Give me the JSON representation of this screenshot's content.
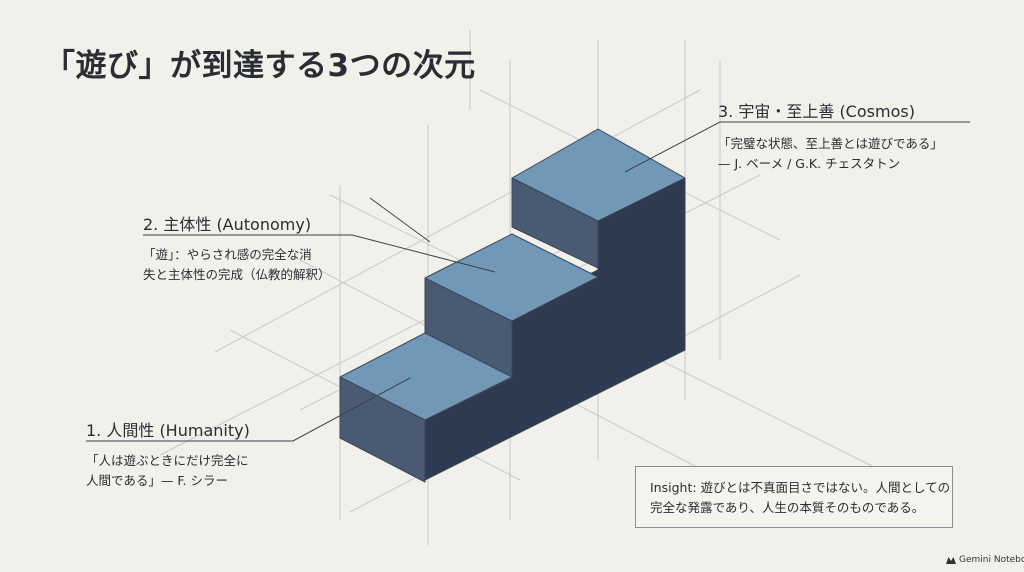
{
  "title": "「遊び」が到達する3つの次元",
  "levels": [
    {
      "heading": "1. 人間性 (Humanity)",
      "lines": [
        "「人は遊ぶときにだけ完全に",
        "人間である」— F. シラー"
      ]
    },
    {
      "heading": "2. 主体性 (Autonomy)",
      "lines": [
        "「遊」：やらされ感の完全な消",
        "失と主体性の完成（仏教的解釈）"
      ]
    },
    {
      "heading": "3. 宇宙・至上善 (Cosmos)",
      "lines": [
        "「完璧な状態、至上善とは遊びである」",
        "— J. ベーメ / G.K. チェスタトン"
      ]
    }
  ],
  "insight": {
    "lines": [
      "Insight: 遊びとは不真面目さではない。人間としての",
      "完全な発露であり、人生の本質そのものである。"
    ]
  },
  "brand": {
    "label": "Gemini Notebook",
    "icon": "notebook-logo-icon"
  },
  "colors": {
    "background": "#f1f0ea",
    "step_top": "#7198b7",
    "step_front": "#4b5a73",
    "step_side": "#2e3a4f",
    "text": "#2a2d33",
    "guide_lines": "#c9ccd1"
  }
}
